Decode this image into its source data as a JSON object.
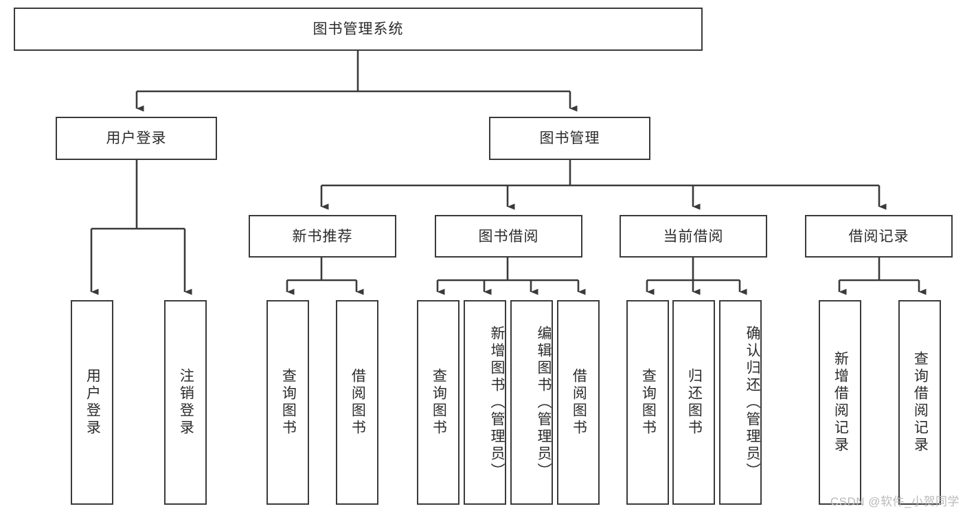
{
  "diagram": {
    "title": "图书管理系统",
    "type": "tree-hierarchy",
    "orientation": "top-down",
    "colors": {
      "box_border": "#3a3a3a",
      "box_fill": "#ffffff",
      "text": "#2b2b2b",
      "edge": "#3a3a3a",
      "watermark": "#b9b9b9",
      "background": "#ffffff"
    },
    "root": {
      "label": "图书管理系统"
    },
    "level2": [
      {
        "label": "用户登录"
      },
      {
        "label": "图书管理"
      }
    ],
    "level3": [
      {
        "label": "新书推荐"
      },
      {
        "label": "图书借阅"
      },
      {
        "label": "当前借阅"
      },
      {
        "label": "借阅记录"
      }
    ],
    "leaves": {
      "user_login": [
        {
          "label": "用户登录"
        },
        {
          "label": "注销登录"
        }
      ],
      "new_book_recommend": [
        {
          "label": "查询图书"
        },
        {
          "label": "借阅图书"
        }
      ],
      "book_borrow": [
        {
          "label": "查询图书"
        },
        {
          "label": "新增图书（管理员）"
        },
        {
          "label": "编辑图书（管理员）"
        },
        {
          "label": "借阅图书"
        }
      ],
      "current_borrow": [
        {
          "label": "查询图书"
        },
        {
          "label": "归还图书"
        },
        {
          "label": "确认归还（管理员）"
        }
      ],
      "borrow_record": [
        {
          "label": "新增借阅记录"
        },
        {
          "label": "查询借阅记录"
        }
      ]
    }
  },
  "watermark": {
    "text": "CSDN @软件_小贺同学"
  }
}
